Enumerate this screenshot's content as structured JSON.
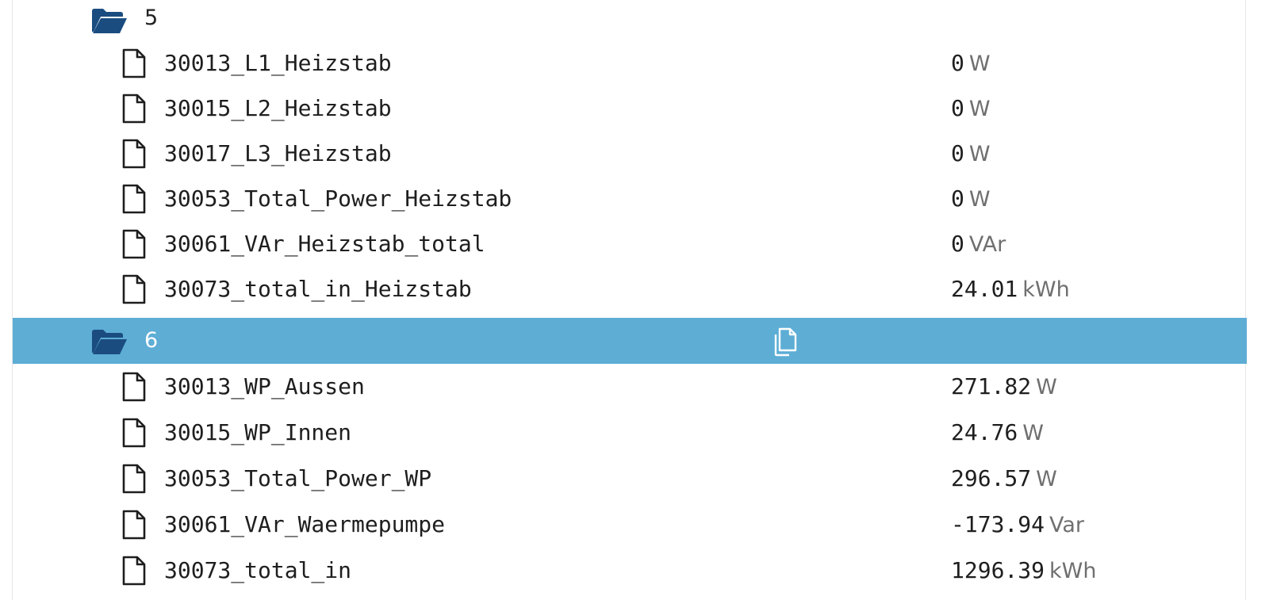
{
  "groups": [
    {
      "label": "5",
      "items": [
        {
          "name": "30013_L1_Heizstab",
          "value": "0",
          "unit": "W"
        },
        {
          "name": "30015_L2_Heizstab",
          "value": "0",
          "unit": "W"
        },
        {
          "name": "30017_L3_Heizstab",
          "value": "0",
          "unit": "W"
        },
        {
          "name": "30053_Total_Power_Heizstab",
          "value": "0",
          "unit": "W"
        },
        {
          "name": "30061_VAr_Heizstab_total",
          "value": "0",
          "unit": "VAr"
        },
        {
          "name": "30073_total_in_Heizstab",
          "value": "24.01",
          "unit": "kWh"
        }
      ]
    },
    {
      "label": "6",
      "selected": true,
      "items": [
        {
          "name": "30013_WP_Aussen",
          "value": "271.82",
          "unit": "W"
        },
        {
          "name": "30015_WP_Innen",
          "value": "24.76",
          "unit": "W"
        },
        {
          "name": "30053_Total_Power_WP",
          "value": "296.57",
          "unit": "W"
        },
        {
          "name": "30061_VAr_Waermepumpe",
          "value": "-173.94",
          "unit": "Var"
        },
        {
          "name": "30073_total_in",
          "value": "1296.39",
          "unit": "kWh"
        }
      ]
    }
  ],
  "icons": {
    "folder": "folder-open-icon",
    "file": "file-icon",
    "copy": "copy-icon"
  },
  "colors": {
    "selected_row": "#5dadd5",
    "folder_icon": "#1b4c80",
    "unit_text": "#6f6f6f"
  }
}
